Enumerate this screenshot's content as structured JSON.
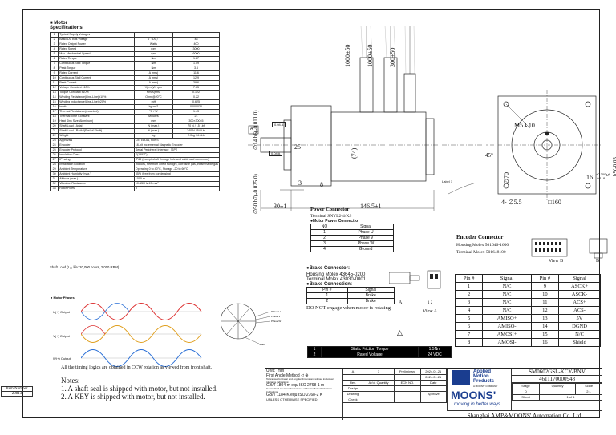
{
  "spec_title": "Motor Specifications",
  "spec_rows": [
    {
      "n": "1",
      "p": "Typical Supply Voltages",
      "u": "",
      "v": ""
    },
    {
      "n": "2",
      "p": "Basic DC Bus Voltage",
      "u": "V（DC）",
      "v": "48"
    },
    {
      "n": "3",
      "p": "Rated Output Power",
      "u": "Watts",
      "v": "400"
    },
    {
      "n": "4",
      "p": "Rated Speed",
      "u": "rpm",
      "v": "3000"
    },
    {
      "n": "5",
      "p": "Max. Mechanical Speed",
      "u": "rpm",
      "v": "6000"
    },
    {
      "n": "6",
      "p": "Rated Torque",
      "u": "Nm",
      "v": "1.27"
    },
    {
      "n": "7",
      "p": "Continuous Stall Torque",
      "u": "Nm",
      "v": "1.59"
    },
    {
      "n": "8",
      "p": "Peak Torque",
      "u": "Nm",
      "v": "3.6"
    },
    {
      "n": "9",
      "p": "Rated Current",
      "u": "A (rms)",
      "v": "11.6"
    },
    {
      "n": "10",
      "p": "Continuous Stall Current",
      "u": "A (rms)",
      "v": "12.9"
    },
    {
      "n": "11",
      "p": "Peak Current",
      "u": "A (rms)",
      "v": "39.6"
    },
    {
      "n": "12",
      "p": "Voltage Constant ±10%",
      "u": "V(rms)/K rpm",
      "v": "7.65"
    },
    {
      "n": "13",
      "p": "Torque Constant ±10%",
      "u": "Nm/A(rms)",
      "v": "0.122"
    },
    {
      "n": "14",
      "p": "Winding Resistance(Line-Line)±10%",
      "u": "Ohm @20°C",
      "v": "0.22"
    },
    {
      "n": "15",
      "p": "Winding Inductance(Line-Line)±20%",
      "u": "mH",
      "v": "0.625"
    },
    {
      "n": "16",
      "p": "Inertia",
      "u": "kg·m^2",
      "v": "0.000036"
    },
    {
      "n": "17",
      "p": "Thermal Resistance(mounted)",
      "u": "°C / W",
      "v": "1.43"
    },
    {
      "n": "18",
      "p": "Thermal Time Constant",
      "u": "Minutes",
      "v": "21"
    },
    {
      "n": "19",
      "p": "Heat Sink Size(Aluminum)",
      "u": "mm",
      "v": "300×300×5"
    },
    {
      "n": "20",
      "p": "Shaft Load - Axial",
      "u": "N (max.)",
      "v": "70 N / 15 Lbf"
    },
    {
      "n": "21",
      "p": "Shaft Load - Radial(End of Shaft)",
      "u": "N (max.)",
      "v": "240 N / 54 Lbf"
    },
    {
      "n": "22",
      "p": "Weight",
      "u": "kg",
      "v": "2.0kg / 4.4Lb"
    },
    {
      "n": "23",
      "p": "Approvals",
      "u": "CE, cULus, RoHS",
      "v": ""
    },
    {
      "n": "24",
      "p": "Encoder",
      "u": "16-bit Incremental Magnetic Encoder",
      "v": ""
    },
    {
      "n": "25",
      "p": "Encoder Protocol",
      "u": "Serial Peripheral Interface（SPI）",
      "v": ""
    },
    {
      "n": "26",
      "p": "Insulation Class",
      "u": "F(155℃)",
      "v": ""
    },
    {
      "n": "27",
      "p": "IP rating",
      "u": "IP65 (except shaft through hole and cable and connector)",
      "v": ""
    },
    {
      "n": "28",
      "p": "Installation Location",
      "u": "Indoors, free from direct sunlight, corrosive gas, inflammable gas",
      "v": ""
    },
    {
      "n": "29",
      "p": "Ambient Temperature",
      "u": "Operating 0 to 40°C, Storage -20 to 60°C",
      "v": ""
    },
    {
      "n": "30",
      "p": "Ambient Humidity (max.)",
      "u": "85% (free from condensing)",
      "v": ""
    },
    {
      "n": "31",
      "p": "Altitude (max.)",
      "u": "1000 m",
      "v": ""
    },
    {
      "n": "32",
      "p": "Vibration Resistance",
      "u": "10-150Hz 49 m/s²",
      "v": ""
    },
    {
      "n": "33",
      "p": "Rotor Poles",
      "u": "8",
      "v": ""
    }
  ],
  "shaft_life": "Shaft Load (L₁₀ life: 20,000 hours, 2,000 RPM)",
  "motor_phases": {
    "title": "Motor Phases",
    "labels": [
      "U(+) Output",
      "V(+) Output",
      "W(+) Output"
    ],
    "phase_labels": [
      "Phase U",
      "Phase V",
      "Phase W",
      "Shaft"
    ],
    "note": "All the timing logics are obtained in CCW rotation as viewed from front shaft."
  },
  "notes": {
    "title": "Notes:",
    "items": [
      "1. A shaft seal is shipped with motor, but not installed.",
      "2. A KEY is shipped with motor, but not installed."
    ]
  },
  "item_number": {
    "label": "Item Number",
    "value": "20813"
  },
  "dimensions": {
    "lead1": "1000±50",
    "lead2": "1000±50",
    "lead3": "300±50",
    "d14": "∅14 h6(-0.011 0)",
    "d50": "∅50 h7(-0.025 0)",
    "d25": "25",
    "d74": "(74)",
    "d3": "3",
    "d8": "8",
    "d30": "30±1",
    "d146": "146.5±1",
    "m5": "M5↧10",
    "d45": "45°",
    "d70": "∅70",
    "key": "5 h9(-0.03 0) KEY",
    "d16": "16",
    "tol16a": "+0.300",
    "tol16b": "-0.118",
    "d55": "4- ∅5.5",
    "sq160": "□160",
    "label1": "Label 1",
    "datum_a": "A",
    "tol1": "0.04 A",
    "tol2": "0.04 A"
  },
  "power_connector": {
    "title": "Power Connector",
    "terminal": "Terminal SNYL2-4/KS",
    "motor_title": "●Motor Power Connectio",
    "head": [
      "NO",
      "Signal"
    ],
    "rows": [
      [
        "1",
        "Phase U"
      ],
      [
        "2",
        "Phase V"
      ],
      [
        "3",
        "Phase W"
      ],
      [
        "4",
        "Ground"
      ]
    ]
  },
  "brake_connector": {
    "title": "●Brake Connector:",
    "housing": "Housing Molex 43645-0200",
    "terminal": "Terminal Molex 43030-0001",
    "conn_title": "●Brake Connection:",
    "head": [
      "Pin #",
      "Signal"
    ],
    "rows": [
      [
        "1",
        "Brake"
      ],
      [
        "2",
        "Brake"
      ]
    ],
    "warn": "DO NOT engage when motor is rotating",
    "view_a": "View A",
    "a_label": "A",
    "pin12": "1   2"
  },
  "brake_spec": [
    [
      "1",
      "Static Friction Torque",
      "1.5Nm"
    ],
    [
      "2",
      "Rated Voltage",
      "24 VDC"
    ]
  ],
  "encoder_connector": {
    "title": "Encoder Connector",
    "housing": "Housing Molex 501646-1600",
    "terminal": "Terminal Molex 501648100",
    "view_b": "View B",
    "b_label": "B"
  },
  "pin_table": {
    "head": [
      "Pin #",
      "Signal",
      "Pin #",
      "Signal"
    ],
    "rows": [
      [
        "1",
        "N/C",
        "9",
        "ASCK+"
      ],
      [
        "2",
        "N/C",
        "10",
        "ASCK-"
      ],
      [
        "3",
        "N/C",
        "11",
        "ACS+"
      ],
      [
        "4",
        "N/C",
        "12",
        "ACS-"
      ],
      [
        "5",
        "AMISO+",
        "13",
        "5V"
      ],
      [
        "6",
        "AMISO-",
        "14",
        "DGND"
      ],
      [
        "7",
        "AMOSI+",
        "15",
        "N/C"
      ],
      [
        "8",
        "AMOSI-",
        "16",
        "Shield"
      ]
    ]
  },
  "title_block": {
    "units": "Unit：mm",
    "method": "First Angle Method",
    "tol_note": "Tolerances for linear and angular dimensions without individual tolerance indications:",
    "gbt1": "GB/T 1804-m equ ISO 2768-1 m",
    "tol_note2": "Geometrical tolerance for features without individual tolerance indications:",
    "gbt2": "GB/T 1184-K equ ISO 2768-2 K",
    "unless": "UNLESS OTHERWISE SPECIFIED",
    "rev": "A",
    "rev_num": "3",
    "preliminary": "Preliminary",
    "date1": "2024.01.21",
    "date2": "2024.01.21",
    "rev_head": [
      "Rev.",
      "Ap'd. Quantity",
      "ECN NO.",
      "Date"
    ],
    "design": "Design",
    "draw": "Drawing",
    "check": "Check",
    "approve": "Approve",
    "brand1": "Applied",
    "brand2": "Motion",
    "brand3": "Products",
    "brand_sub": "A MOONS' COMPANY",
    "moons": "MOONS'",
    "tagline": "moving in better ways",
    "model": "SM0602GSL-KCY-BNV",
    "part": "4611170000948",
    "stage_head": [
      "Stage",
      "Quantity",
      "Scale"
    ],
    "stage_vals": [
      "D",
      "",
      "2:1"
    ],
    "sheet_label": "Sheet",
    "sheet_val": "1 of 1",
    "company": "Shanghai AMP&MOONS' Automation Co.,Ltd"
  }
}
